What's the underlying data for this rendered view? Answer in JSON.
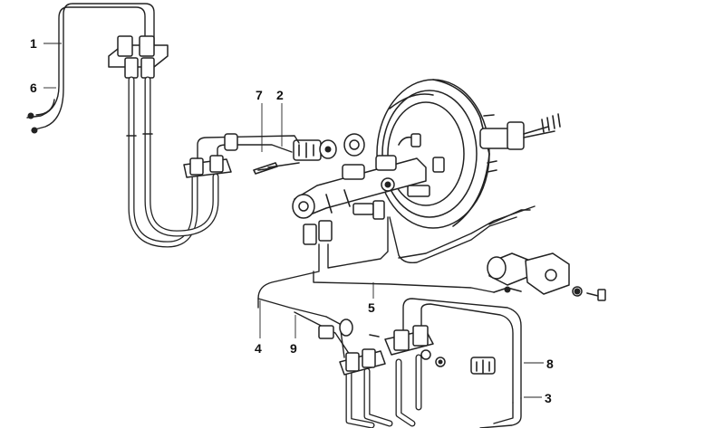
{
  "diagram": {
    "callouts": [
      {
        "id": "c1",
        "label": "1"
      },
      {
        "id": "c6",
        "label": "6"
      },
      {
        "id": "c7",
        "label": "7"
      },
      {
        "id": "c2",
        "label": "2"
      },
      {
        "id": "c5",
        "label": "5"
      },
      {
        "id": "c4",
        "label": "4"
      },
      {
        "id": "c9",
        "label": "9"
      },
      {
        "id": "c8",
        "label": "8"
      },
      {
        "id": "c3",
        "label": "3"
      }
    ]
  }
}
